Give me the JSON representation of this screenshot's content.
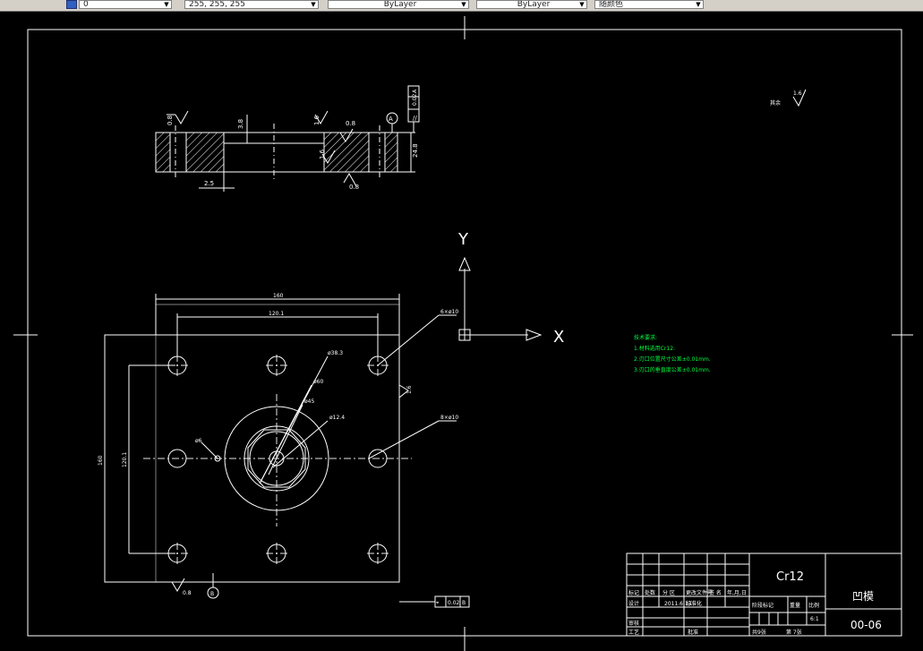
{
  "toolbar": {
    "layer_value": "0",
    "color_value": "255, 255, 255",
    "linetype_value": "ByLayer",
    "lineweight_value": "ByLayer",
    "plotstyle_value": "随颜色"
  },
  "drawing": {
    "dim_overall_width": "160",
    "dim_hole_spacing_x": "120.1",
    "dim_overall_height": "160",
    "dim_hole_spacing_y": "120.1",
    "dim_screw_holes": "6×ø10",
    "dim_pin_holes": "8×ø10",
    "dim_bore_d1": "ø38.3",
    "dim_bore_d2": "ø60",
    "dim_bore_d3": "ø45",
    "dim_bore_d4": "ø12.4",
    "dim_small_hole": "ø6",
    "dim_thickness": "24.8",
    "dim_step": "2.5",
    "dim_depth": "3.8",
    "rough_1": "0.8",
    "rough_2": "1.6",
    "rough_3": "0.8",
    "rough_4": "1.6",
    "rough_5": "0.8",
    "rough_6": "0.8",
    "rough_general": "1.6",
    "rough_general_prefix": "其余",
    "datum_a": "A",
    "datum_b": "B",
    "flatness_value": "0.02",
    "flatness_ref": "A",
    "position_value": "0.02",
    "position_ref": "B",
    "ucs_x": "X",
    "ucs_y": "Y"
  },
  "notes": {
    "title": "技术要求:",
    "line1": "1.材料选用Cr12.",
    "line2": "2.刃口位置尺寸公差±0.01mm.",
    "line3": "3.刃口的垂直度公差±0.01mm."
  },
  "title_block": {
    "material": "Cr12",
    "part_name": "凹模",
    "drawing_number": "00-06",
    "scale": "6:1",
    "row_labels": [
      "标记",
      "处数",
      "分 区",
      "更改文件号",
      "签 名",
      "年,月,日"
    ],
    "revision_entry": "2011.6.13",
    "designer_label": "设计",
    "standardize_label": "标准化",
    "review_label": "审核",
    "process_label": "工艺",
    "approve_label": "批准",
    "stage_label": "阶段标记",
    "weight_label": "重量",
    "scale_label": "比例",
    "sheet_total": "共9张",
    "sheet_num": "第 7张"
  }
}
